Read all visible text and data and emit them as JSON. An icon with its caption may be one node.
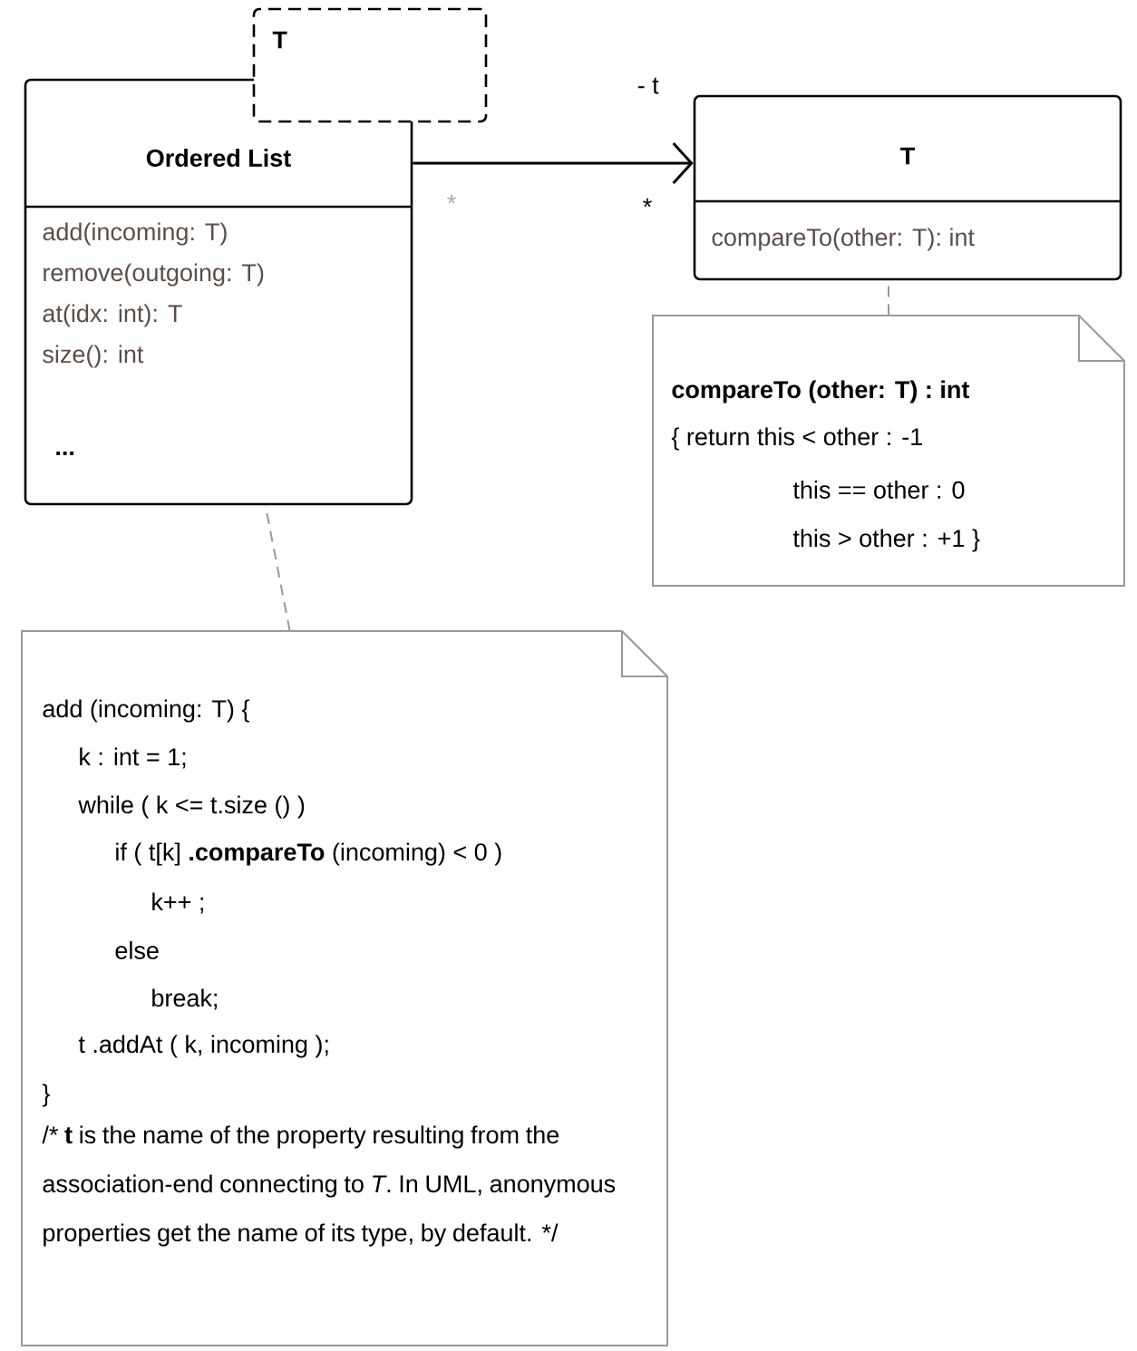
{
  "diagram": {
    "nodes": [
      {
        "text": [
          "Ordered List",
          "add(incoming: T)",
          "remove(outgoing: T)",
          "at(idx: int): T",
          "size(): int",
          "..."
        ]
      },
      {
        "text": [
          "T"
        ]
      },
      {
        "text": [
          "T",
          "compareTo(other: T): int"
        ]
      },
      {
        "text": [
          "compareTo (other: T) : int",
          "{ return this < other : -1",
          "this == other : 0",
          "this > other : +1 }"
        ]
      },
      {
        "text": [
          "add (incoming: T) {",
          "k : int = 1;",
          "while ( k <= t.size () )",
          "if ( t[k] **.compareTo** (incoming) < 0 )",
          "k++ ;",
          "else",
          "break;",
          "t .addAt ( k, incoming );",
          "}",
          "/* **t** is the name of the property resulting from the association-end connecting to *T*. In UML, anonymous properties get the name of its type, by default. */"
        ]
      }
    ],
    "edges": [
      {
        "from": 0,
        "to": 2,
        "arrow": "to",
        "label": "- t",
        "color": "#000000"
      },
      {
        "from": 3,
        "to": 2,
        "arrow": "none",
        "style": "dashed",
        "color": "#999999"
      },
      {
        "from": 4,
        "to": 0,
        "arrow": "none",
        "style": "dashed",
        "color": "#999999"
      }
    ],
    "labels": [
      "*",
      "*"
    ]
  }
}
